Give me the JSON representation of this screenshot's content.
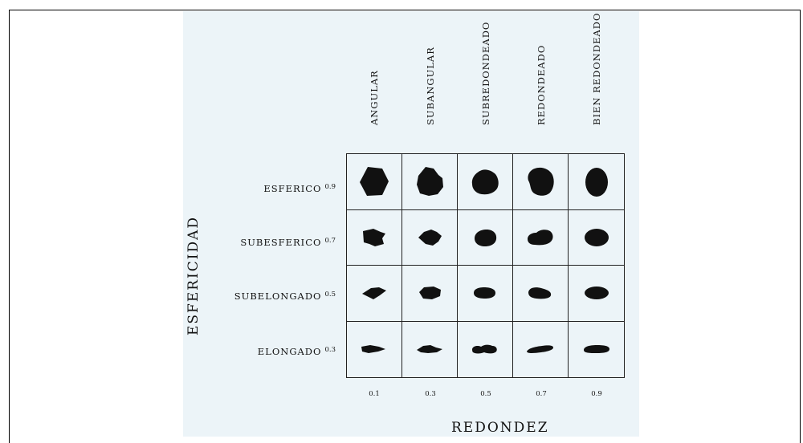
{
  "roundness_classes": [
    "ANGULAR",
    "SUBANGULAR",
    "SUBREDONDEADO",
    "REDONDEADO",
    "BIEN REDONDEADO"
  ],
  "roundness_values": [
    "0.1",
    "0.3",
    "0.5",
    "0.7",
    "0.9"
  ],
  "sphericity_classes": [
    {
      "label": "ESFERICO",
      "value": "0.9"
    },
    {
      "label": "SUBESFERICO",
      "value": "0.7"
    },
    {
      "label": "SUBELONGADO",
      "value": "0.5"
    },
    {
      "label": "ELONGADO",
      "value": "0.3"
    }
  ],
  "x_axis_title": "REDONDEZ",
  "y_axis_title": "ESFERICIDAD",
  "colors": {
    "panel": "#ecf4f8",
    "grain": "#111111"
  }
}
